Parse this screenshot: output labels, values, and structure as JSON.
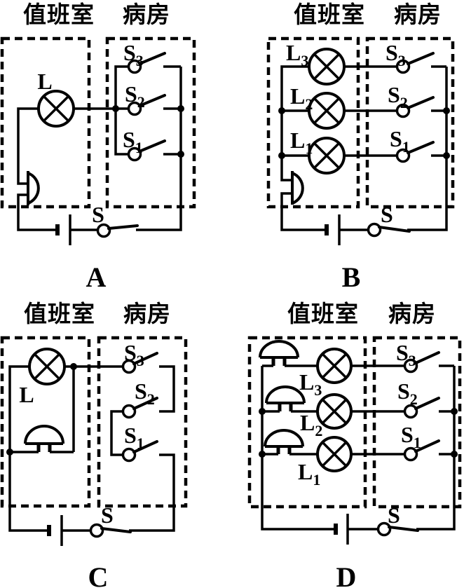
{
  "figure": {
    "type": "physics-circuit-multiple-choice",
    "options": [
      "A",
      "B",
      "C",
      "D"
    ]
  },
  "colors": {
    "ink": "#000000",
    "paper": "#ffffff"
  },
  "circuits": {
    "A": {
      "id_label": "A",
      "duty_room_label": "值班室",
      "ward_label": "病房",
      "lamp_label": "L",
      "main_switch_label": "S",
      "switch_labels": [
        {
          "base": "S",
          "sub": "3"
        },
        {
          "base": "S",
          "sub": "2"
        },
        {
          "base": "S",
          "sub": "1"
        }
      ]
    },
    "B": {
      "id_label": "B",
      "duty_room_label": "值班室",
      "ward_label": "病房",
      "lamp_labels": [
        {
          "base": "L",
          "sub": "3"
        },
        {
          "base": "L",
          "sub": "2"
        },
        {
          "base": "L",
          "sub": "1"
        }
      ],
      "main_switch_label": "S",
      "switch_labels": [
        {
          "base": "S",
          "sub": "3"
        },
        {
          "base": "S",
          "sub": "2"
        },
        {
          "base": "S",
          "sub": "1"
        }
      ]
    },
    "C": {
      "id_label": "C",
      "duty_room_label": "值班室",
      "ward_label": "病房",
      "lamp_label": "L",
      "main_switch_label": "S",
      "switch_labels": [
        {
          "base": "S",
          "sub": "3"
        },
        {
          "base": "S",
          "sub": "2"
        },
        {
          "base": "S",
          "sub": "1"
        }
      ]
    },
    "D": {
      "id_label": "D",
      "duty_room_label": "值班室",
      "ward_label": "病房",
      "lamp_labels": [
        {
          "base": "L",
          "sub": "3"
        },
        {
          "base": "L",
          "sub": "2"
        },
        {
          "base": "L",
          "sub": "1"
        }
      ],
      "main_switch_label": "S",
      "switch_labels": [
        {
          "base": "S",
          "sub": "3"
        },
        {
          "base": "S",
          "sub": "2"
        },
        {
          "base": "S",
          "sub": "1"
        }
      ]
    }
  }
}
